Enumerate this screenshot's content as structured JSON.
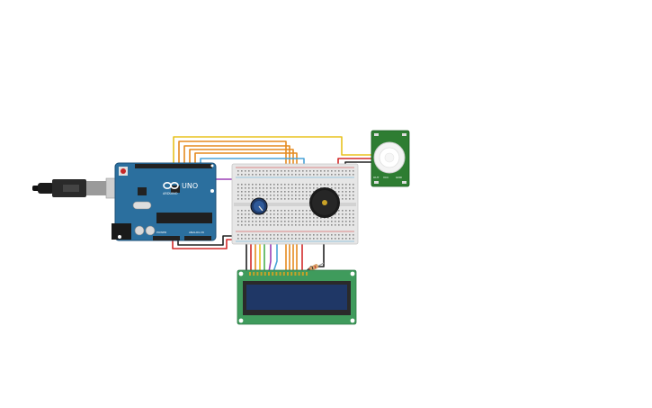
{
  "colors": {
    "board": "#2b6f9e",
    "board_edge": "#1d5078",
    "breadboard": "#e6e6e6",
    "lcd_pcb": "#3f9b5c",
    "lcd_screen": "#1f3766",
    "pir_pcb": "#2e7d32",
    "wire_yellow": "#e8c21f",
    "wire_orange": "#e58a1f",
    "wire_red": "#d22a2a",
    "wire_black": "#222222",
    "wire_blue": "#4aa3d8",
    "wire_purple": "#9b3fb5",
    "wire_green": "#4caf50"
  },
  "arduino": {
    "model": "UNO",
    "brand": "ARDUINO",
    "power_label": "POWER",
    "analog_label": "ANALOG IN"
  },
  "pir": {
    "labels": [
      "OUT",
      "VCC",
      "GND"
    ]
  },
  "icons": {
    "usb": "usb-cable-icon",
    "dome": "pir-dome-icon",
    "buzzer": "piezo-buzzer-icon",
    "pot": "potentiometer-knob-icon",
    "resistor": "resistor-icon"
  }
}
